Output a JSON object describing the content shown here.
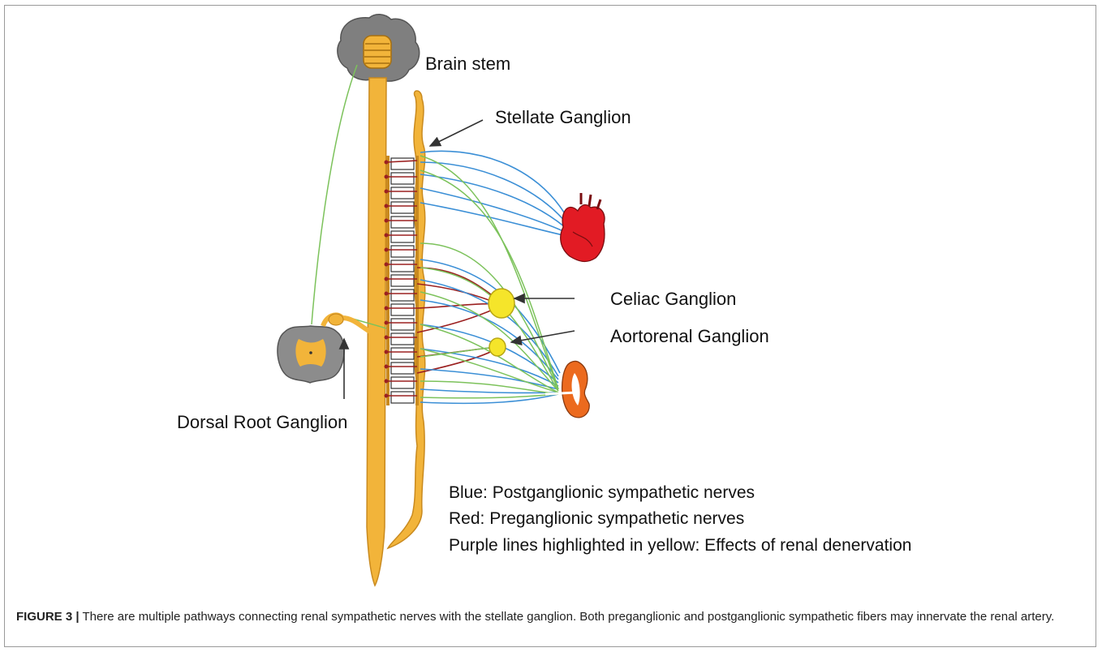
{
  "labels": {
    "brain_stem": "Brain stem",
    "stellate_ganglion": "Stellate Ganglion",
    "celiac_ganglion": "Celiac Ganglion",
    "aortorenal_ganglion": "Aortorenal Ganglion",
    "dorsal_root_ganglion": "Dorsal Root Ganglion"
  },
  "legend": {
    "blue": "Blue: Postganglionic sympathetic nerves",
    "red": "Red: Preganglionic sympathetic nerves",
    "purple": "Purple lines highlighted in yellow: Effects of renal denervation"
  },
  "caption": {
    "figure_label": "FIGURE 3 |",
    "text": " There are multiple pathways connecting renal sympathetic nerves with the stellate ganglion. Both preganglionic and postganglionic sympathetic fibers may innervate the renal artery."
  },
  "colors": {
    "cord": "#f2b43a",
    "cord_stroke": "#c98a1f",
    "postganglionic": "#3b8fd6",
    "preganglionic": "#9b2020",
    "afferent": "#7cc25b",
    "heart": "#e21b24",
    "kidney": "#ec6a1e",
    "gray_matter": "#8c8c8c",
    "ganglion_yellow": "#f5e52a"
  }
}
